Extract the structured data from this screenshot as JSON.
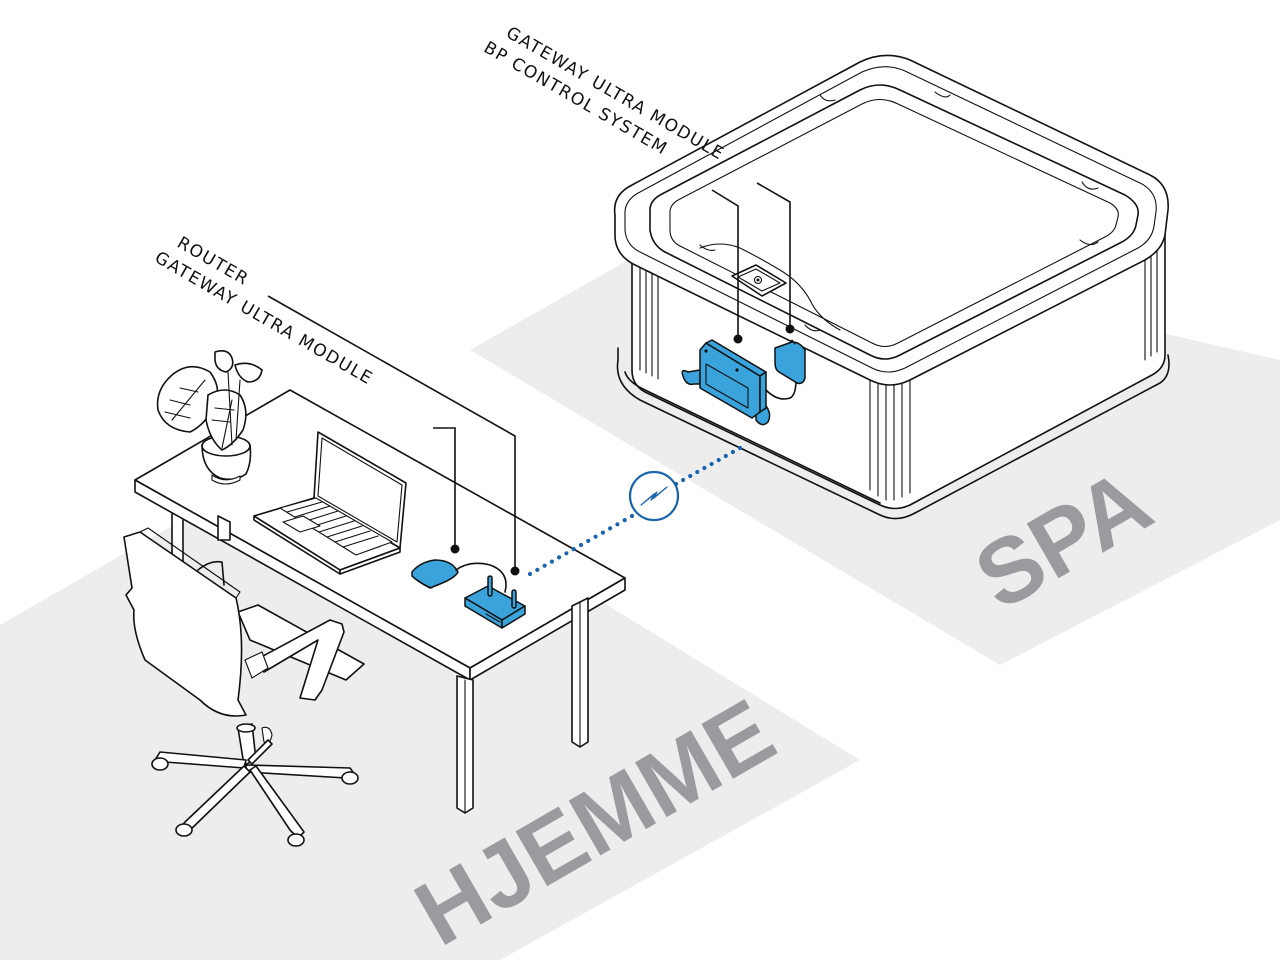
{
  "colors": {
    "device_blue": "#3aa3dc",
    "link_blue": "#1a63ad",
    "floor_gray": "#ededee",
    "zone_text": "#9a9b9e",
    "line": "#111111"
  },
  "zones": {
    "home": {
      "label": "HJEMME"
    },
    "spa": {
      "label": "SPA"
    }
  },
  "callouts": {
    "home": [
      {
        "label": "ROUTER",
        "target": "router"
      },
      {
        "label": "GATEWAY ULTRA MODULE",
        "target": "gateway-module-home"
      }
    ],
    "spa": [
      {
        "label": "GATEWAY ULTRA MODULE",
        "target": "gateway-module-spa"
      },
      {
        "label": "BP CONTROL SYSTEM",
        "target": "bp-control-system"
      }
    ]
  },
  "objects": {
    "home": [
      "desk",
      "laptop",
      "plant",
      "office-chair",
      "router",
      "gateway-module"
    ],
    "spa": [
      "spa-tub",
      "control-panel",
      "bp-control-system",
      "gateway-module"
    ]
  },
  "connection": {
    "type": "wireless",
    "icon": "lightning-bolt-icon"
  }
}
